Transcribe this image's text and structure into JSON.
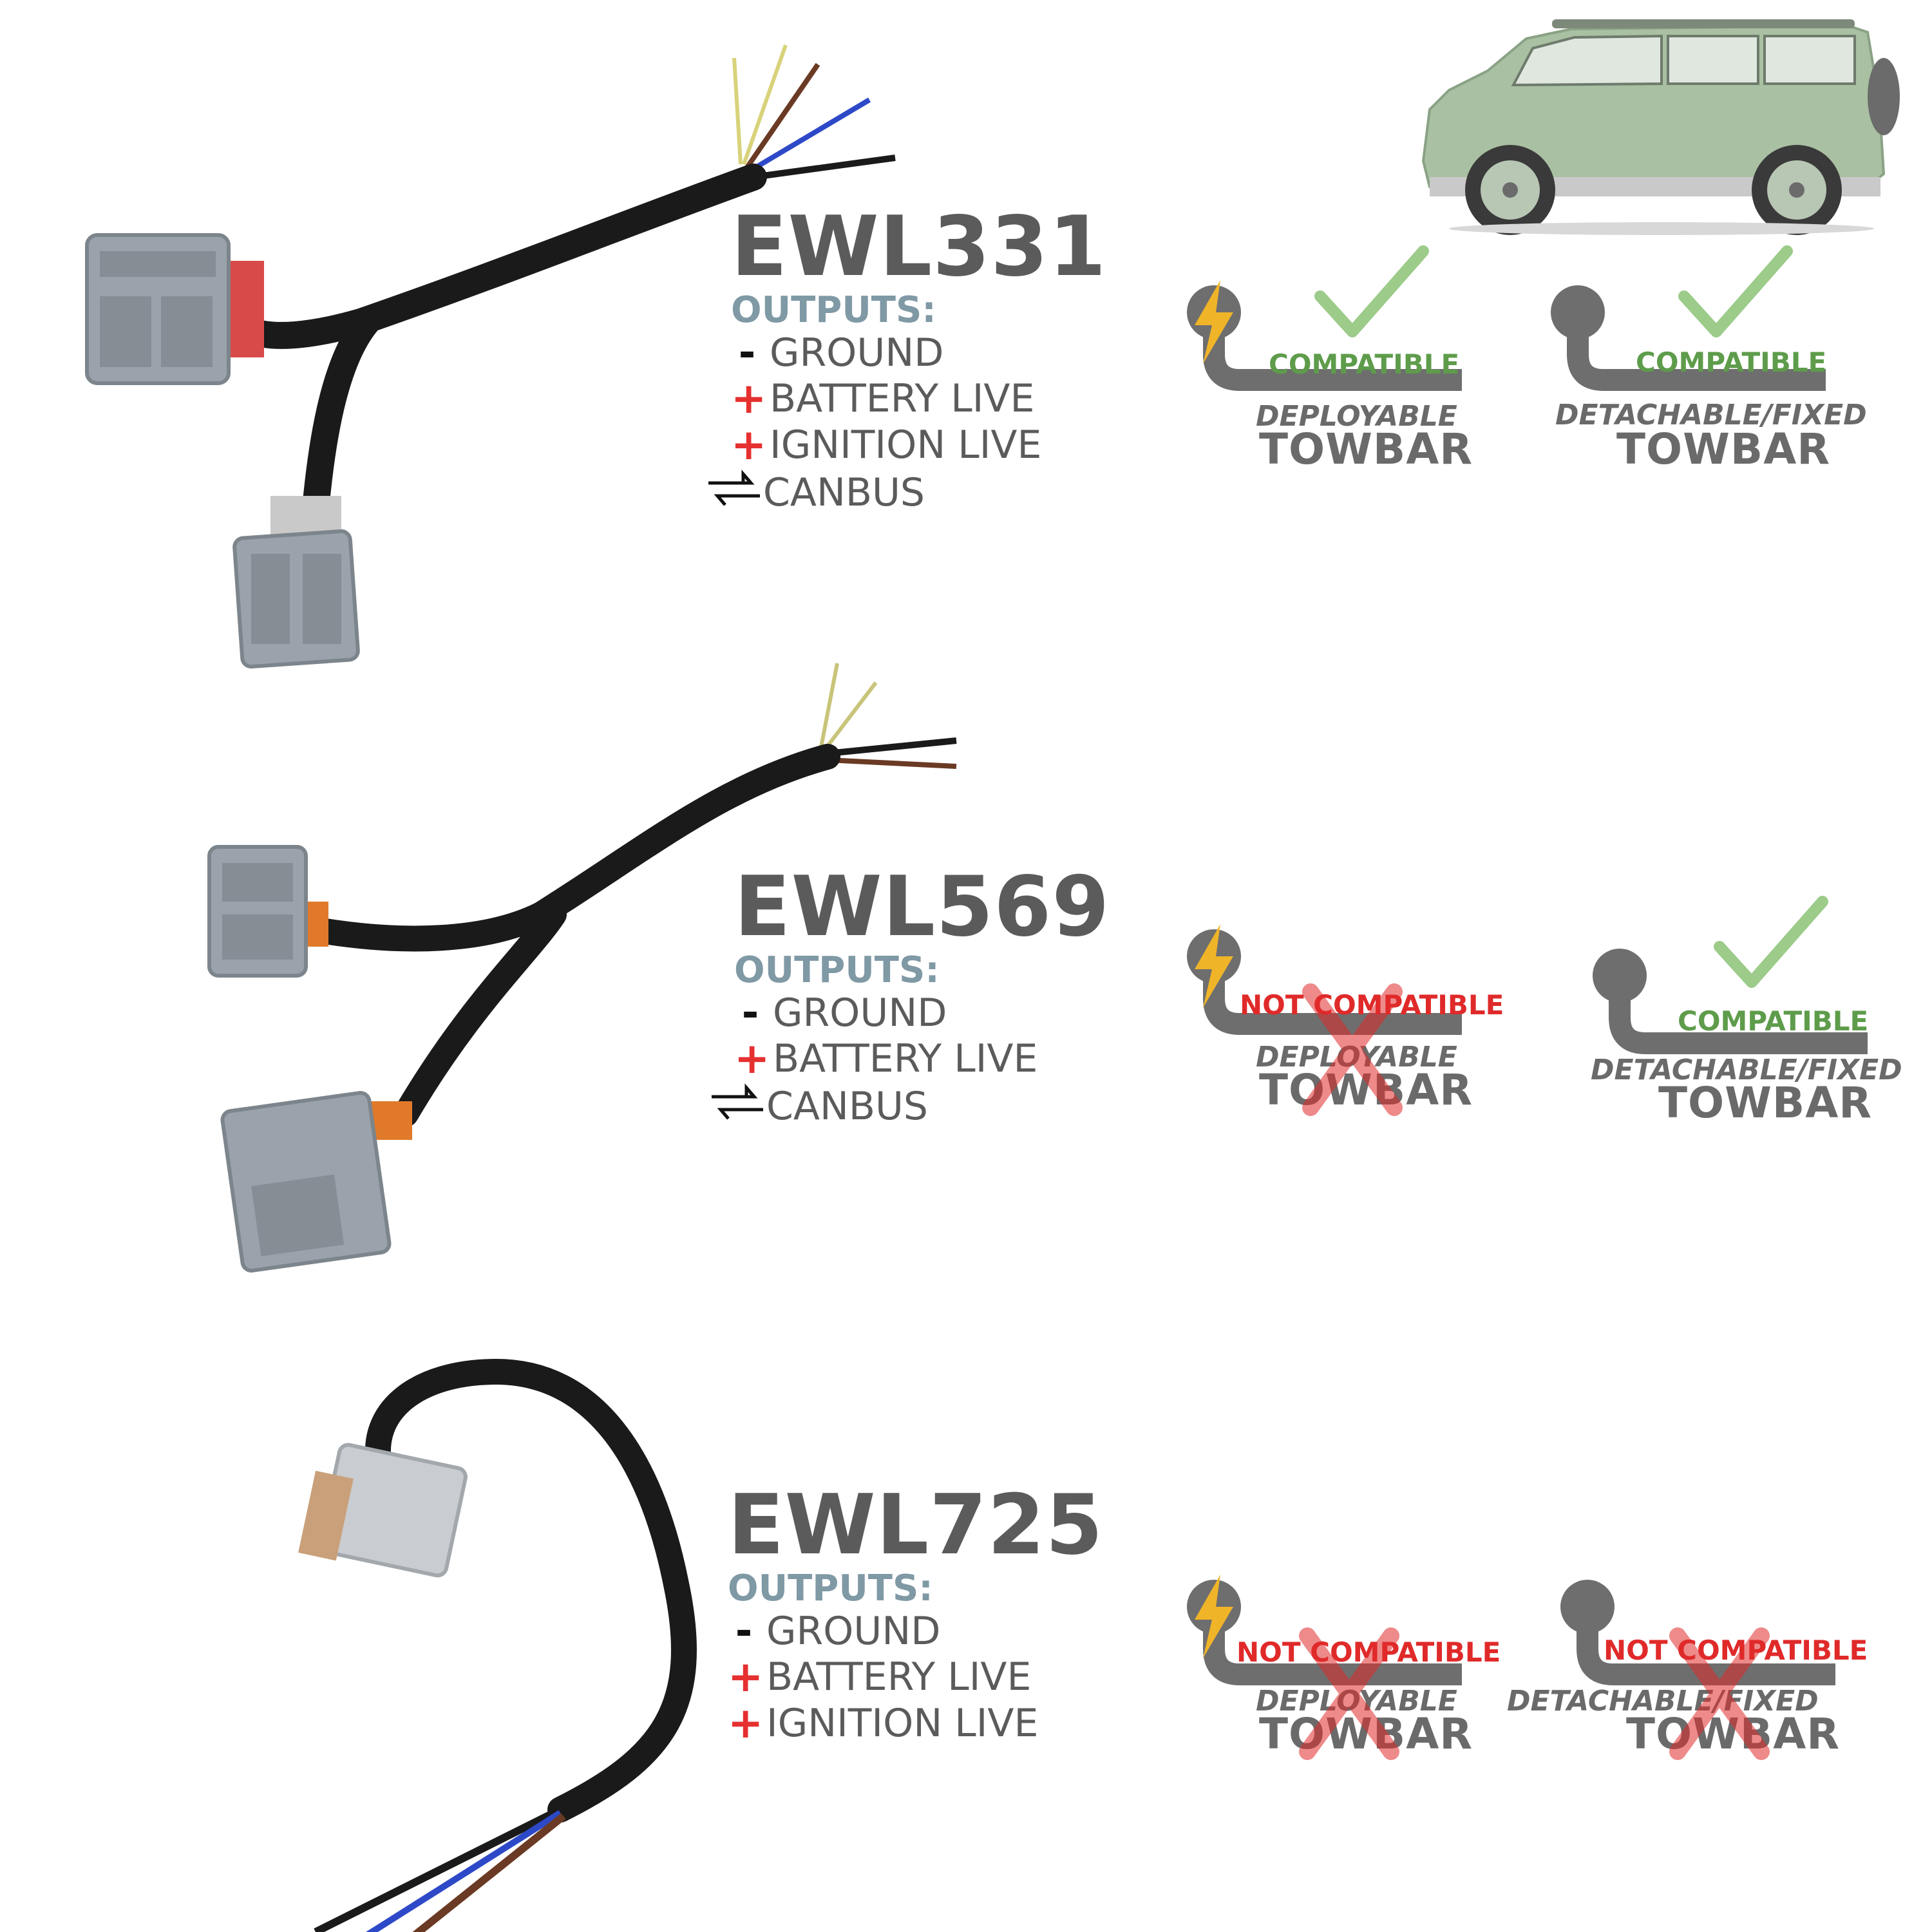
{
  "products": [
    {
      "code": "EWL331",
      "outputs_label": "OUTPUTS:",
      "outputs": [
        {
          "symbol": "-",
          "label": "GROUND"
        },
        {
          "symbol": "+",
          "label": "BATTERY LIVE"
        },
        {
          "symbol": "+",
          "label": "IGNITION LIVE"
        },
        {
          "symbol": "canbus-icon",
          "label": "CANBUS"
        }
      ],
      "towbars": [
        {
          "status": "COMPATIBLE",
          "type_label": "DEPLOYABLE",
          "towbar_label": "TOWBAR"
        },
        {
          "status": "COMPATIBLE",
          "type_label": "DETACHABLE/FIXED",
          "towbar_label": "TOWBAR"
        }
      ]
    },
    {
      "code": "EWL569",
      "outputs_label": "OUTPUTS:",
      "outputs": [
        {
          "symbol": "-",
          "label": "GROUND"
        },
        {
          "symbol": "+",
          "label": "BATTERY LIVE"
        },
        {
          "symbol": "canbus-icon",
          "label": "CANBUS"
        }
      ],
      "towbars": [
        {
          "status": "NOT COMPATIBLE",
          "type_label": "DEPLOYABLE",
          "towbar_label": "TOWBAR"
        },
        {
          "status": "COMPATIBLE",
          "type_label": "DETACHABLE/FIXED",
          "towbar_label": "TOWBAR"
        }
      ]
    },
    {
      "code": "EWL725",
      "outputs_label": "OUTPUTS:",
      "outputs": [
        {
          "symbol": "-",
          "label": "GROUND"
        },
        {
          "symbol": "+",
          "label": "BATTERY LIVE"
        },
        {
          "symbol": "+",
          "label": "IGNITION LIVE"
        }
      ],
      "towbars": [
        {
          "status": "NOT COMPATIBLE",
          "type_label": "DEPLOYABLE",
          "towbar_label": "TOWBAR"
        },
        {
          "status": "NOT COMPATIBLE",
          "type_label": "DETACHABLE/FIXED",
          "towbar_label": "TOWBAR"
        }
      ]
    }
  ],
  "colors": {
    "code_text": "#5b5b5b",
    "outputs_label": "#7f99a5",
    "compatible": "#5e9c4b",
    "not_compatible": "#e02a2a",
    "towbar_gray": "#6e6e6e",
    "lightning": "#f0b429",
    "connector_gray": "#9aa3ab",
    "harness_black": "#1a1a1a",
    "vehicle_green": "#9fb79a"
  },
  "icons": [
    "vehicle-image",
    "harness-image",
    "towbar-icon",
    "lightning-icon",
    "checkmark-icon",
    "cross-icon",
    "canbus-icon"
  ]
}
